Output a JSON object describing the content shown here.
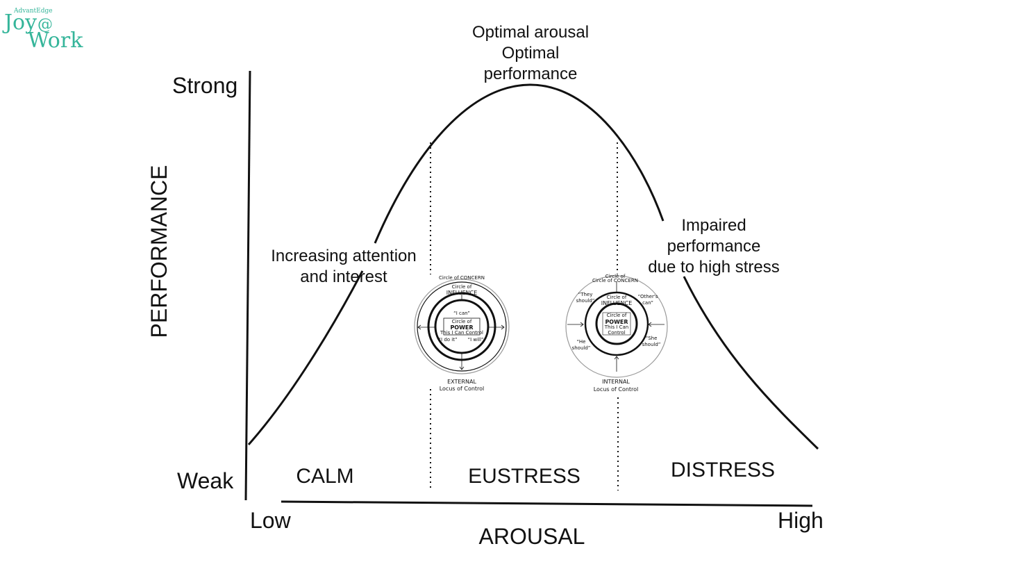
{
  "logo": {
    "small": "AdvantEdge",
    "line1": "Joy",
    "at": "@",
    "line2": "Work",
    "color": "#35b59a"
  },
  "axes": {
    "y_title": "PERFORMANCE",
    "y_top": "Strong",
    "y_bottom": "Weak",
    "x_title": "AROUSAL",
    "x_left": "Low",
    "x_right": "High"
  },
  "annotations": {
    "peak": [
      "Optimal arousal",
      "Optimal",
      "performance"
    ],
    "rising": [
      "Increasing attention",
      "and interest"
    ],
    "falling": [
      "Impaired",
      "performance",
      "due to high stress"
    ]
  },
  "zones": [
    "CALM",
    "EUSTRESS",
    "DISTRESS"
  ],
  "circle_external": {
    "concern": "Circle of CONCERN",
    "influence_label": "Circle of",
    "influence": "INFLUENCE",
    "i_can": "“I can”",
    "power_label": "Circle of",
    "power": "POWER",
    "power_sub": "This I Can Control",
    "i_do_it": "“I do it”",
    "i_will": "“I will”",
    "caption1": "EXTERNAL",
    "caption2": "Locus of Control"
  },
  "circle_internal": {
    "concern": "Circle of CONCERN",
    "influence_label": "Circle of",
    "influence": "INFLUENCE",
    "they_should_1": "“They",
    "they_should_2": "should”",
    "others_can_1": "“Other's",
    "others_can_2": "can”",
    "he_should_1": "“He",
    "he_should_2": "should”",
    "she_should_1": "“She",
    "she_should_2": "should”",
    "power_label": "Circle of",
    "power": "POWER",
    "power_sub1": "This I Can",
    "power_sub2": "Control",
    "caption1": "INTERNAL",
    "caption2": "Locus of Control"
  },
  "colors": {
    "line": "#111111",
    "influence": "#f2a93b",
    "power": "#c455f0",
    "concern": "#4a7fd4",
    "outer_ring": "#9a9a9a"
  }
}
